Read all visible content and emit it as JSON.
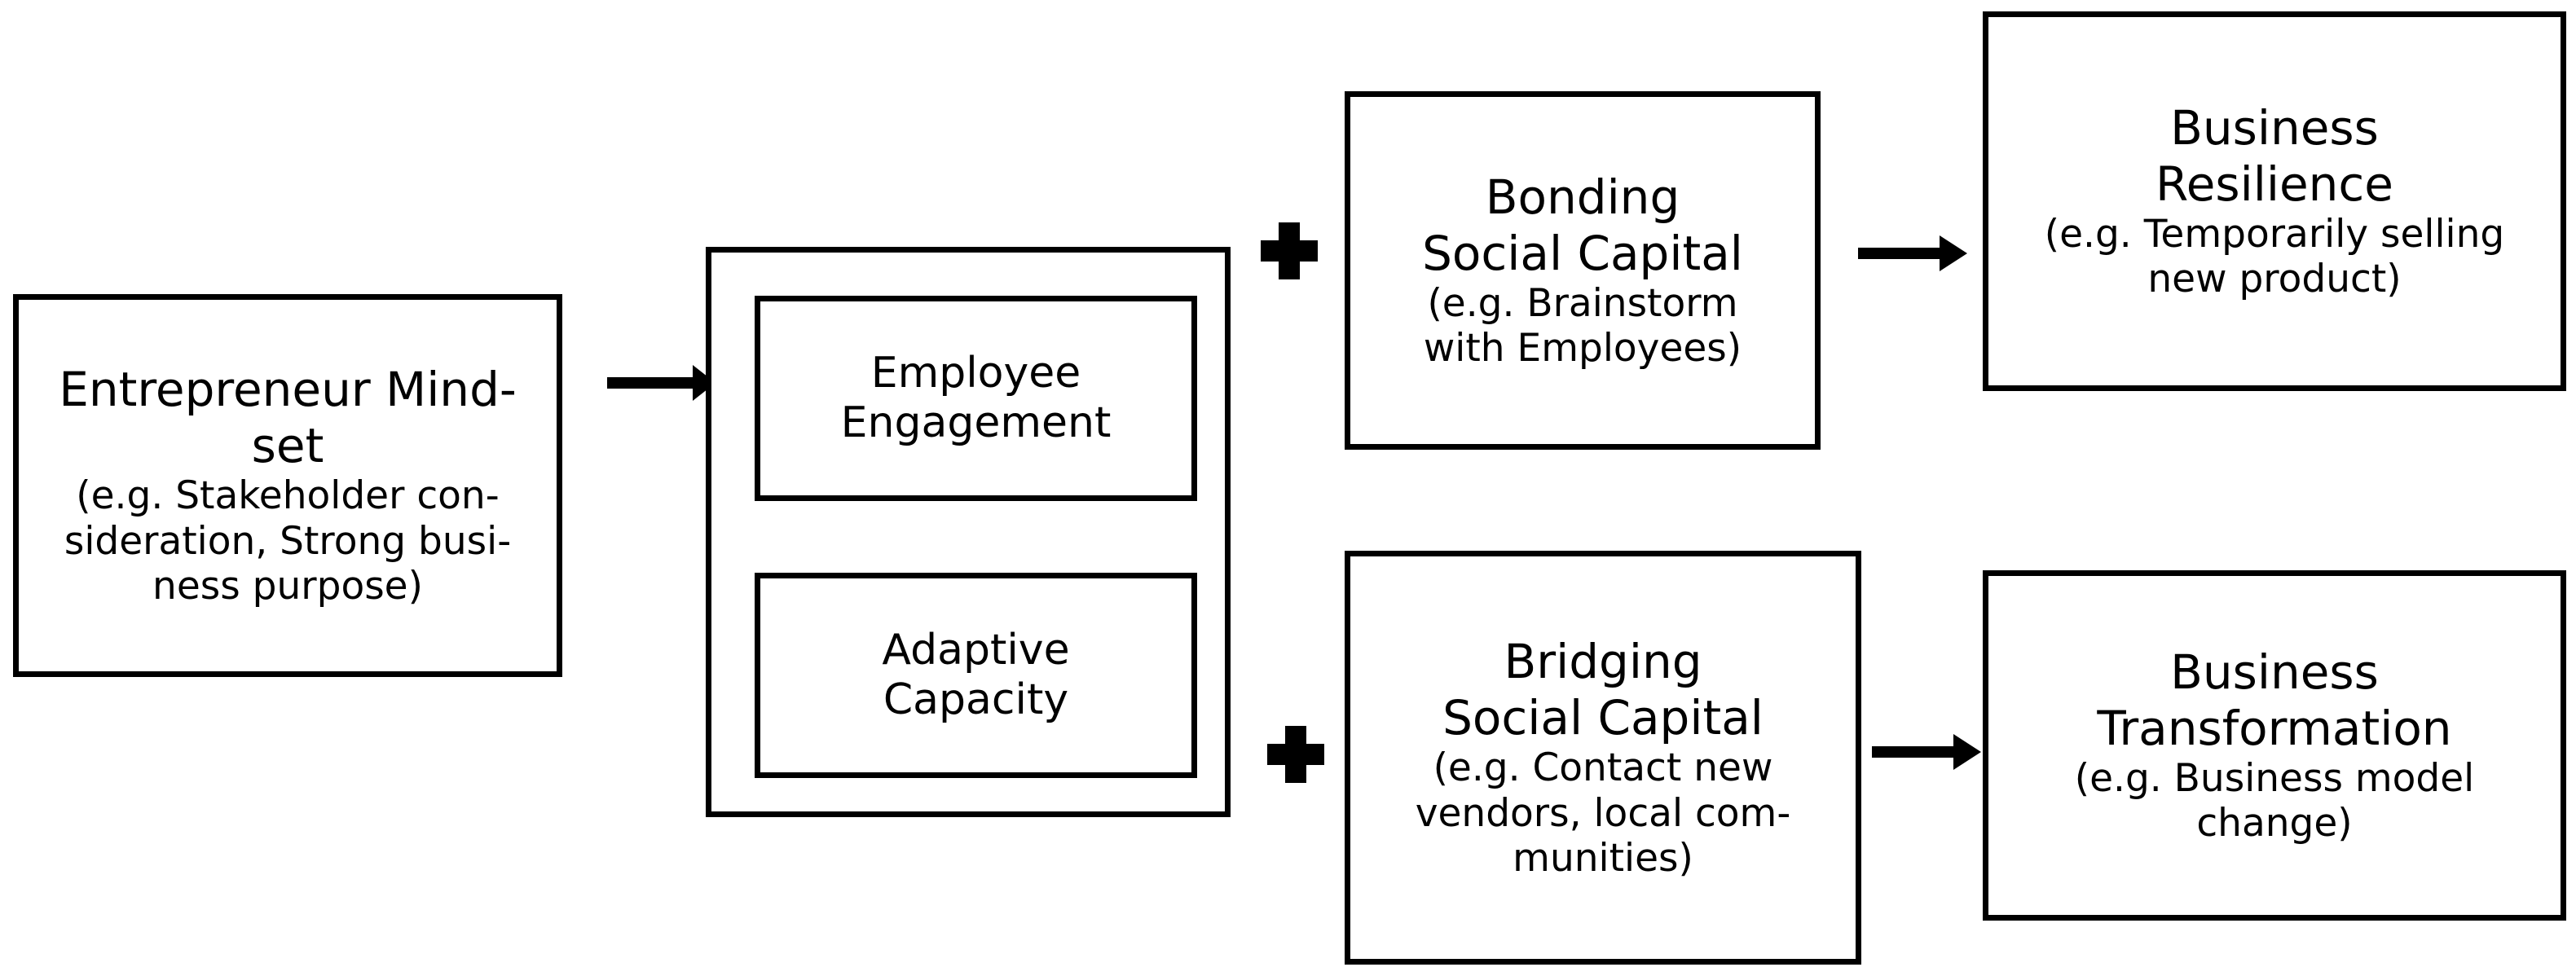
{
  "mindset": {
    "title": [
      "Entrepreneur Mind-",
      "set"
    ],
    "example": [
      "(e.g. Stakeholder con-",
      "sideration, Strong busi-",
      "ness purpose)"
    ]
  },
  "engagement": {
    "title": [
      "Employee",
      "Engagement"
    ]
  },
  "adaptive": {
    "title": [
      "Adaptive",
      "Capacity"
    ]
  },
  "bonding": {
    "title": [
      "Bonding",
      "Social Capital"
    ],
    "example": [
      "(e.g. Brainstorm",
      "with Employees)"
    ]
  },
  "bridging": {
    "title": [
      "Bridging",
      "Social Capital"
    ],
    "example": [
      "(e.g. Contact new",
      "vendors, local com-",
      "munities)"
    ]
  },
  "resilience": {
    "title": [
      "Business",
      "Resilience"
    ],
    "example": [
      "(e.g. Temporarily selling",
      "new product)"
    ]
  },
  "transformation": {
    "title": [
      "Business",
      "Transformation"
    ],
    "example": [
      "(e.g. Business model",
      "change)"
    ]
  }
}
